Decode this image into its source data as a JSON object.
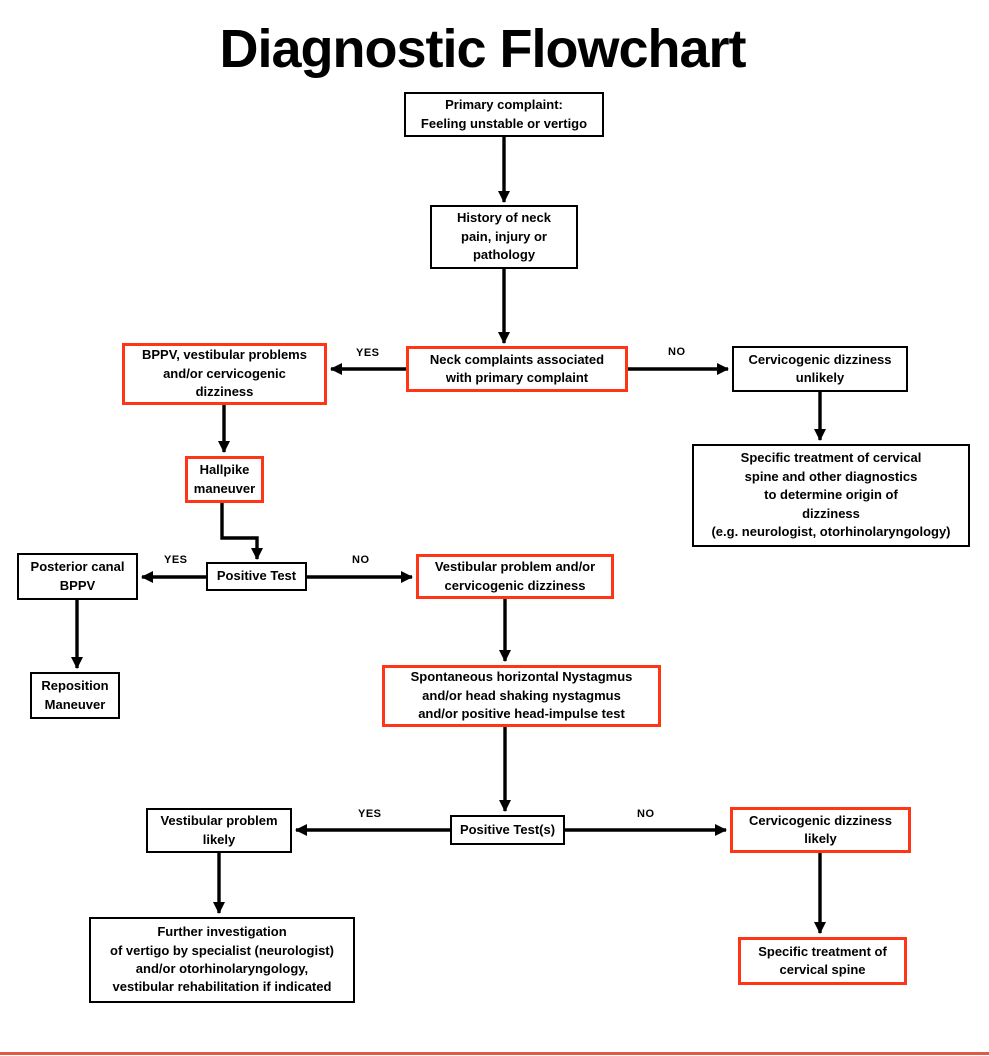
{
  "title": "Diagnostic Flowchart",
  "colors": {
    "highlight_border": "#ff3517",
    "default_border": "#000000",
    "footer_line": "#e25a45",
    "arrow": "#000000"
  },
  "edge_labels": {
    "yes": "YES",
    "no": "NO"
  },
  "nodes": {
    "primary": {
      "text": "Primary complaint:\nFeeling unstable or vertigo"
    },
    "history": {
      "text": "History of neck\npain, injury or\npathology"
    },
    "bppv": {
      "text": "BPPV, vestibular problems\nand/or cervicogenic\ndizziness"
    },
    "neck": {
      "text": "Neck complaints associated\nwith primary complaint"
    },
    "cerv_unlikely": {
      "text": "Cervicogenic dizziness\nunlikely"
    },
    "spec_diag": {
      "text": "Specific treatment of cervical\nspine and other diagnostics\nto determine origin of\ndizziness\n(e.g. neurologist, otorhinolaryngology)"
    },
    "hallpike": {
      "text": "Hallpike\nmaneuver"
    },
    "posterior": {
      "text": "Posterior canal\nBPPV"
    },
    "pos_test": {
      "text": "Positive Test"
    },
    "vest_cerv": {
      "text": "Vestibular problem and/or\ncervicogenic dizziness"
    },
    "reposition": {
      "text": "Reposition\nManeuver"
    },
    "spont": {
      "text": "Spontaneous horizontal Nystagmus\nand/or head shaking nystagmus\nand/or positive head-impulse test"
    },
    "vest_likely": {
      "text": "Vestibular problem\nlikely"
    },
    "pos_tests": {
      "text": "Positive Test(s)"
    },
    "cerv_likely": {
      "text": "Cervicogenic dizziness\nlikely"
    },
    "further": {
      "text": "Further investigation\nof vertigo by specialist (neurologist)\nand/or otorhinolaryngology,\nvestibular rehabilitation if indicated"
    },
    "spec_cerv": {
      "text": "Specific treatment of\ncervical spine"
    }
  }
}
